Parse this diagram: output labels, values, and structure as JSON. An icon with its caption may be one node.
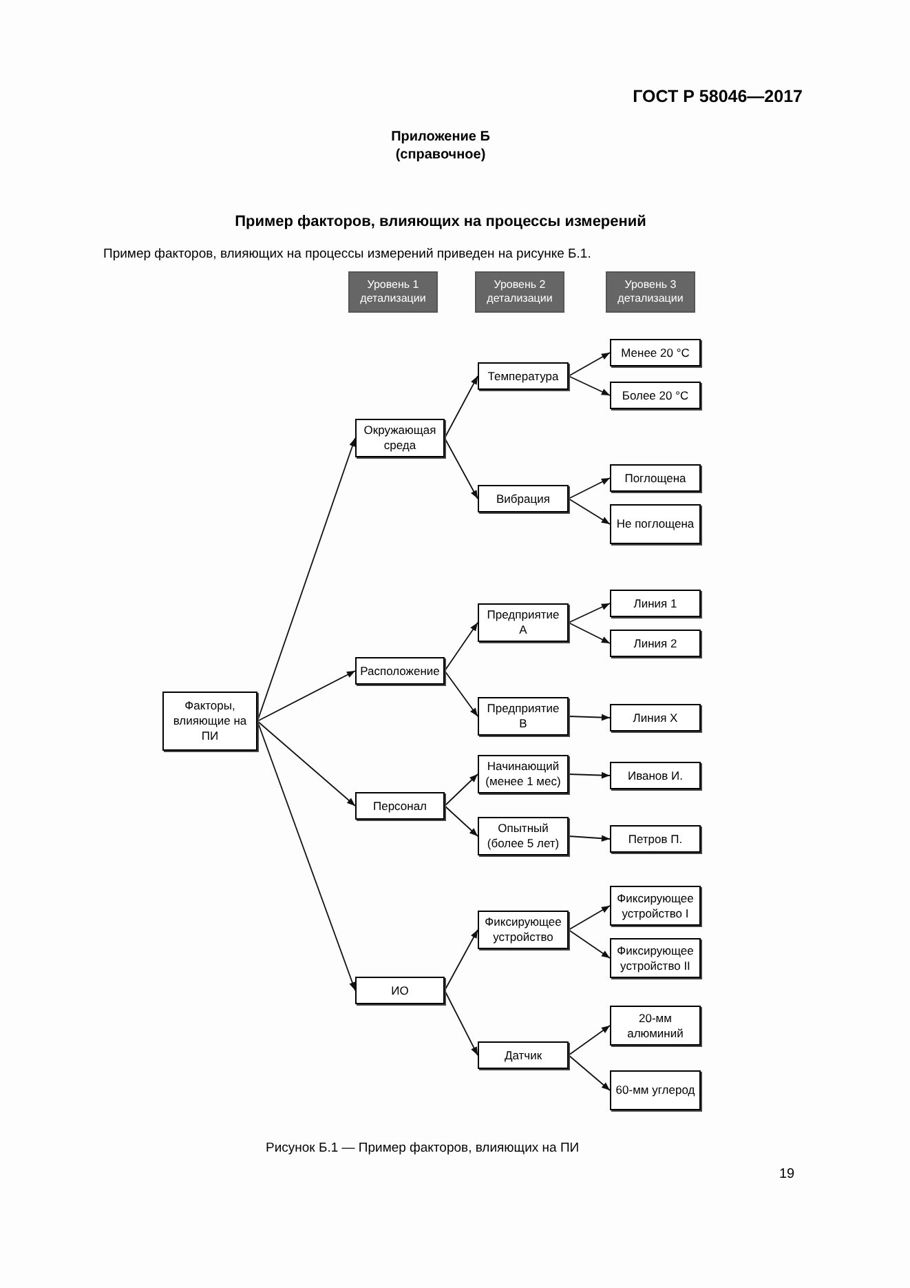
{
  "diagram": {
    "title": "Пример факторов, влияющих на процессы измерений",
    "caption": "Рисунок Б.1 — Пример факторов, влияющих на ПИ",
    "nodes": [
      {
        "text": [
          "Уровень 1 детализации"
        ]
      },
      {
        "text": [
          "Уровень 2 детализации"
        ]
      },
      {
        "text": [
          "Уровень 3 детализации"
        ]
      },
      {
        "text": [
          "Факторы, влияющие на ПИ"
        ]
      },
      {
        "text": [
          "Окружающая среда"
        ]
      },
      {
        "text": [
          "Расположение"
        ]
      },
      {
        "text": [
          "Персонал"
        ]
      },
      {
        "text": [
          "ИО"
        ]
      },
      {
        "text": [
          "Температура"
        ]
      },
      {
        "text": [
          "Вибрация"
        ]
      },
      {
        "text": [
          "Предприятие А"
        ]
      },
      {
        "text": [
          "Предприятие В"
        ]
      },
      {
        "text": [
          "Начинающий (менее 1 мес)"
        ]
      },
      {
        "text": [
          "Опытный (более 5 лет)"
        ]
      },
      {
        "text": [
          "Фиксирующее устройство"
        ]
      },
      {
        "text": [
          "Датчик"
        ]
      },
      {
        "text": [
          "Менее 20 °С"
        ]
      },
      {
        "text": [
          "Более 20 °С"
        ]
      },
      {
        "text": [
          "Поглощена"
        ]
      },
      {
        "text": [
          "Не поглощена"
        ]
      },
      {
        "text": [
          "Линия 1"
        ]
      },
      {
        "text": [
          "Линия 2"
        ]
      },
      {
        "text": [
          "Линия Х"
        ]
      },
      {
        "text": [
          "Иванов И."
        ]
      },
      {
        "text": [
          "Петров П."
        ]
      },
      {
        "text": [
          "Фиксирующее устройство I"
        ]
      },
      {
        "text": [
          "Фиксирующее устройство II"
        ]
      },
      {
        "text": [
          "20-мм алюминий"
        ]
      },
      {
        "text": [
          "60-мм углерод"
        ]
      }
    ],
    "edges": [
      {
        "from": 3,
        "to": 4,
        "arrow": "to"
      },
      {
        "from": 3,
        "to": 5,
        "arrow": "to"
      },
      {
        "from": 3,
        "to": 6,
        "arrow": "to"
      },
      {
        "from": 3,
        "to": 7,
        "arrow": "to"
      },
      {
        "from": 4,
        "to": 8,
        "arrow": "to"
      },
      {
        "from": 4,
        "to": 9,
        "arrow": "to"
      },
      {
        "from": 5,
        "to": 10,
        "arrow": "to"
      },
      {
        "from": 5,
        "to": 11,
        "arrow": "to"
      },
      {
        "from": 6,
        "to": 12,
        "arrow": "to"
      },
      {
        "from": 6,
        "to": 13,
        "arrow": "to"
      },
      {
        "from": 7,
        "to": 14,
        "arrow": "to"
      },
      {
        "from": 7,
        "to": 15,
        "arrow": "to"
      },
      {
        "from": 8,
        "to": 16,
        "arrow": "to"
      },
      {
        "from": 8,
        "to": 17,
        "arrow": "to"
      },
      {
        "from": 9,
        "to": 18,
        "arrow": "to"
      },
      {
        "from": 9,
        "to": 19,
        "arrow": "to"
      },
      {
        "from": 10,
        "to": 20,
        "arrow": "to"
      },
      {
        "from": 10,
        "to": 21,
        "arrow": "to"
      },
      {
        "from": 11,
        "to": 22,
        "arrow": "to"
      },
      {
        "from": 12,
        "to": 23,
        "arrow": "to"
      },
      {
        "from": 13,
        "to": 24,
        "arrow": "to"
      },
      {
        "from": 14,
        "to": 25,
        "arrow": "to"
      },
      {
        "from": 14,
        "to": 26,
        "arrow": "to"
      },
      {
        "from": 15,
        "to": 27,
        "arrow": "to"
      },
      {
        "from": 15,
        "to": 28,
        "arrow": "to"
      }
    ],
    "labels": [
      "ГОСТ Р 58046—2017",
      "Приложение Б",
      "(справочное)",
      "Пример факторов, влияющих на процессы измерений приведен на рисунке Б.1.",
      "19"
    ]
  }
}
